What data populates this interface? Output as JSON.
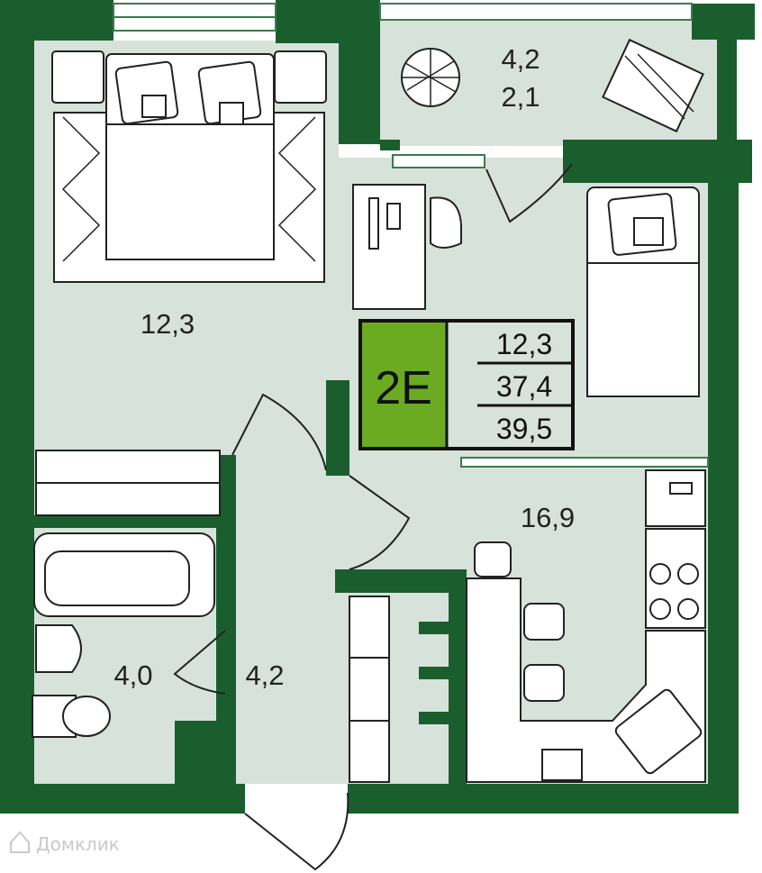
{
  "apartment": {
    "code": "2E",
    "living_area": "12,3",
    "total_area": "37,4",
    "total_area_with_balcony": "39,5",
    "badge_color": "#6aab22"
  },
  "rooms": {
    "bedroom": "12,3",
    "living_kitchen": "16,9",
    "bathroom": "4,0",
    "hallway": "4,2",
    "balcony_area": "4,2",
    "balcony_reduced": "2,1"
  },
  "watermark": "Домклик",
  "colors": {
    "wall": "#1b5e2e",
    "floor": "#d7e2da",
    "furniture": "#ffffff",
    "line": "#222222"
  }
}
